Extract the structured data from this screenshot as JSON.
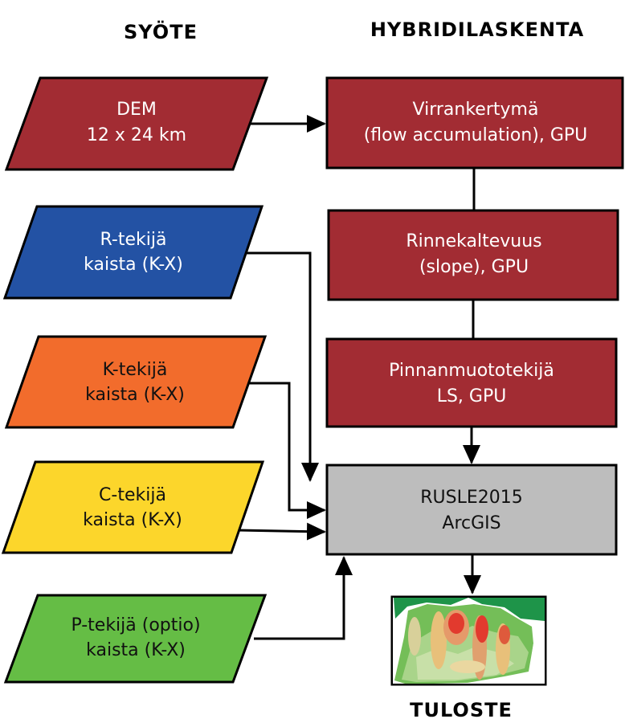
{
  "headers": {
    "input": "SYÖTE",
    "processing": "HYBRIDILASKENTA",
    "output": "TULOSTE"
  },
  "inputs": [
    {
      "line1": "DEM",
      "line2": "12 x 24 km",
      "color": "#A22C33"
    },
    {
      "line1": "R-tekijä",
      "line2": "kaista (K-X)",
      "color": "#2352A4"
    },
    {
      "line1": "K-tekijä",
      "line2": "kaista (K-X)",
      "color": "#F26C2C"
    },
    {
      "line1": "C-tekijä",
      "line2": "kaista (K-X)",
      "color": "#FCD62B"
    },
    {
      "line1": "P-tekijä (optio)",
      "line2": "kaista (K-X)",
      "color": "#65BD45"
    }
  ],
  "process": [
    {
      "line1": "Virrankertymä",
      "line2": "(flow accumulation), GPU",
      "color": "#A22C33"
    },
    {
      "line1": "Rinnekaltevuus",
      "line2": "(slope), GPU",
      "color": "#A22C33"
    },
    {
      "line1": "Pinnanmuototekijä",
      "line2": "LS, GPU",
      "color": "#A22C33"
    }
  ],
  "rusle": {
    "line1": "RUSLE2015",
    "line2": "ArcGIS",
    "color": "#BDBDBD"
  }
}
